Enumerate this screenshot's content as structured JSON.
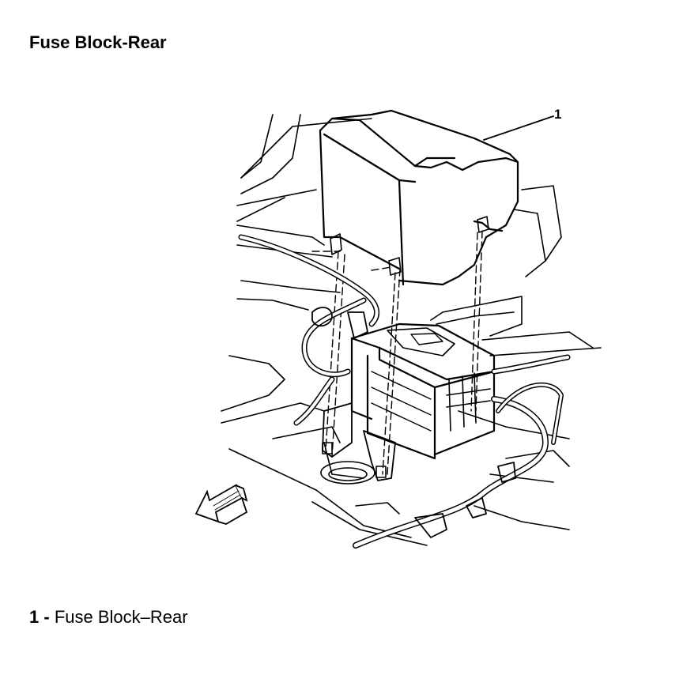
{
  "page": {
    "title": "Fuse Block-Rear"
  },
  "diagram": {
    "callouts": [
      {
        "number": "1"
      }
    ],
    "icons": [
      "front-direction-arrow-icon"
    ]
  },
  "legend": {
    "items": [
      {
        "number": "1",
        "separator": " - ",
        "label": "Fuse Block–Rear"
      }
    ]
  }
}
